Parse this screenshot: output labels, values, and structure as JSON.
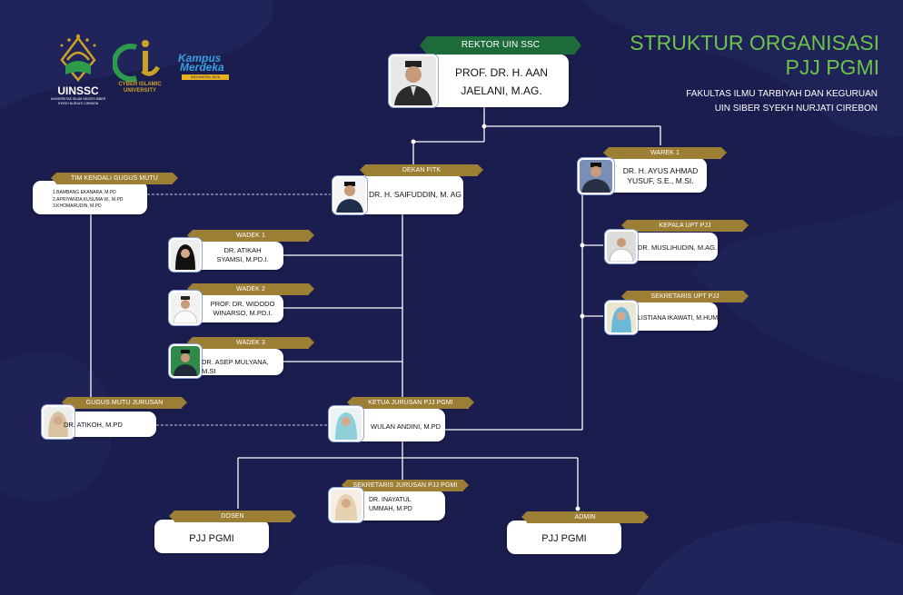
{
  "header": {
    "title_line1": "STRUKTUR ORGANISASI",
    "title_line2": "PJJ PGMI",
    "subtitle_line1": "FAKULTAS ILMU TARBIYAH DAN KEGURUAN",
    "subtitle_line2": "UIN SIBER SYEKH NURJATI CIREBON"
  },
  "logos": {
    "uinssc": {
      "text": "UINSSC",
      "caption1": "UNIVERSITAS ISLAM NEGERI SIBER",
      "caption2": "SYEKH NURJATI CIREBON"
    },
    "cyber": {
      "caption1": "CYBER ISLAMIC",
      "caption2": "UNIVERSITY"
    },
    "kampus": {
      "line1": "Kampus",
      "line2": "Merdeka",
      "line3": "INDONESIA JAYA"
    }
  },
  "rektor": {
    "role": "REKTOR UIN SSC",
    "name_line1": "PROF. DR. H. AAN",
    "name_line2": "JAELANI, M.AG."
  },
  "dekan": {
    "role": "DEKAN FITK",
    "name": "DR. H. SAIFUDDIN, M. AG"
  },
  "warek1": {
    "role": "WAREK 1",
    "name_line1": "DR. H. AYUS AHMAD",
    "name_line2": "YUSUF, S.E., M.SI."
  },
  "tim_kendali": {
    "role": "TIM KENDALI GUGUS MUTU",
    "members": [
      "1.BAMBANG EKANARA, M.PD",
      "2.APRIYANDA KUSUMA W., M.PD",
      "3.KHOMARUDIN, M.PD"
    ]
  },
  "wadek1": {
    "role": "WADEK 1",
    "name_line1": "DR. ATIKAH",
    "name_line2": "SYAMSI, M.PD.I."
  },
  "wadek2": {
    "role": "WADEK 2",
    "name_line1": "PROF. DR. WIDODO",
    "name_line2": "WINARSO, M.PD.I."
  },
  "wadek3": {
    "role": "WADEK 3",
    "name": "DR. ASEP MULYANA, M.SI"
  },
  "kepala_upt": {
    "role": "KEPALA UPT PJJ",
    "name": "DR. MUSLIHUDIN, M.AG."
  },
  "sekretaris_upt": {
    "role": "SEKRETARIS UPT PJJ",
    "name": "LISTIANA IKAWATI, M.HUM."
  },
  "gugus_mutu": {
    "role": "GUGUS MUTU JURUSAN",
    "name": "DR. ATIKOH, M.PD"
  },
  "ketua_jurusan": {
    "role": "KETUA JURUSAN PJJ PGMI",
    "name": "WULAN ANDINI, M.PD"
  },
  "sekretaris_jurusan": {
    "role": "SEKRETARIS JURUSAN PJJ PGMI",
    "name_line1": "DR. INAYATUL",
    "name_line2": "UMMAH, M.PD"
  },
  "dosen": {
    "role": "DOSEN",
    "name": "PJJ PGMI"
  },
  "admin": {
    "role": "ADMIN",
    "name": "PJJ PGMI"
  },
  "colors": {
    "background": "#1a1d4e",
    "gold": "#9c7f35",
    "green": "#1e6b3a",
    "title_green": "#6cc24a"
  }
}
